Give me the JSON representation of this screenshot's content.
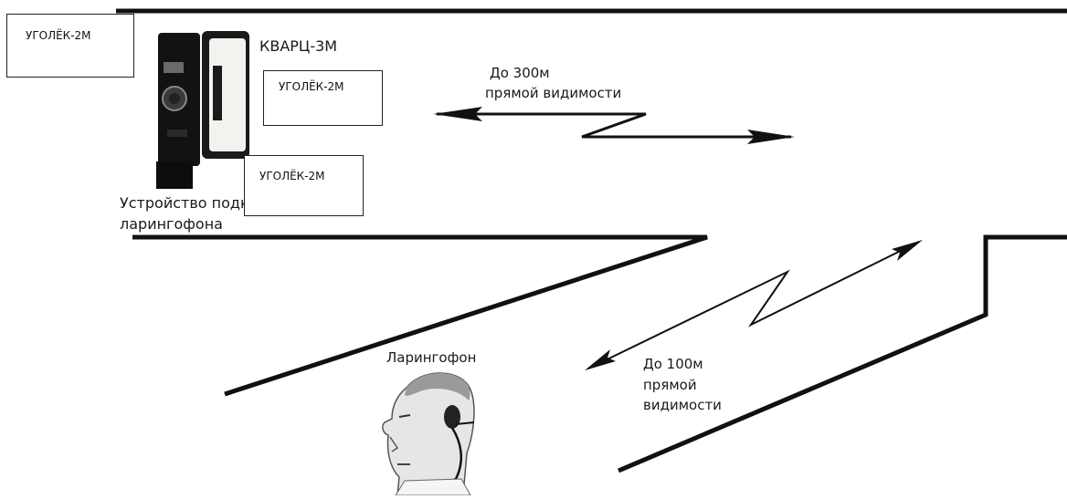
{
  "boxes": [
    {
      "label": "УГОЛЁК-2М"
    },
    {
      "label": "УГОЛЁК-2М"
    },
    {
      "label": "УГОЛЁК-2М"
    }
  ],
  "labels": {
    "device_name": "КВАРЦ-3М",
    "adapter_line1": "Устройство подк",
    "adapter_line2": "ларингофона",
    "link1_line1": "До 300м",
    "link1_line2": "прямой видимости",
    "link2_line1": "До 100м",
    "link2_line2": "прямой",
    "link2_line3": "видимости",
    "laryngophone": "Ларингофон"
  },
  "icons": {
    "radio_device": "walkie-talkie-icon",
    "person": "person-with-headset-icon"
  }
}
